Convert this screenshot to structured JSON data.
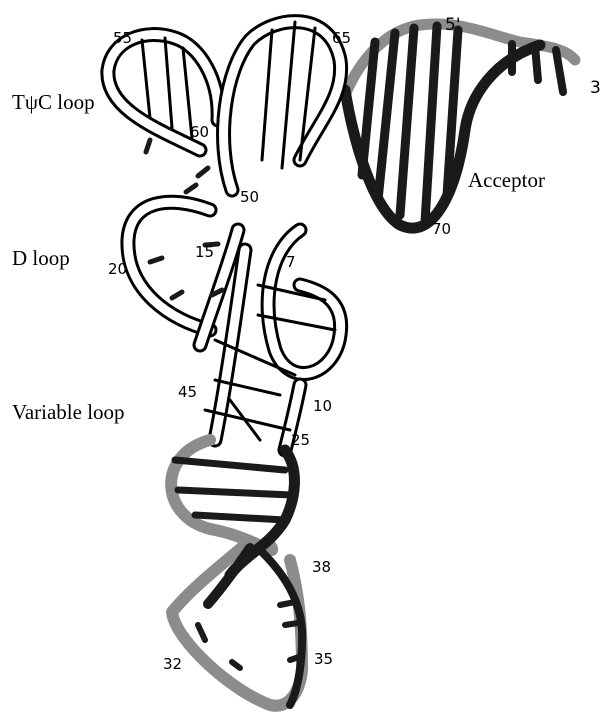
{
  "figure": {
    "region_labels": {
      "tpsi_c_loop": "TψC loop",
      "d_loop": "D loop",
      "variable_loop": "Variable loop",
      "acceptor": "Acceptor"
    },
    "end_labels": {
      "five_prime": "5'",
      "three_prime": "3"
    },
    "position_numbers": {
      "n55": "55",
      "n65": "65",
      "n60": "60",
      "n50": "50",
      "n70": "70",
      "n15": "15",
      "n7": "7",
      "n20": "20",
      "n45": "45",
      "n10": "10",
      "n25": "25",
      "n38": "38",
      "n32": "32",
      "n35": "35"
    },
    "colors": {
      "outline": "#000000",
      "grey_strand": "#8c8c8c",
      "dark_strand": "#1a1a1a",
      "white_strand": "#ffffff"
    }
  }
}
